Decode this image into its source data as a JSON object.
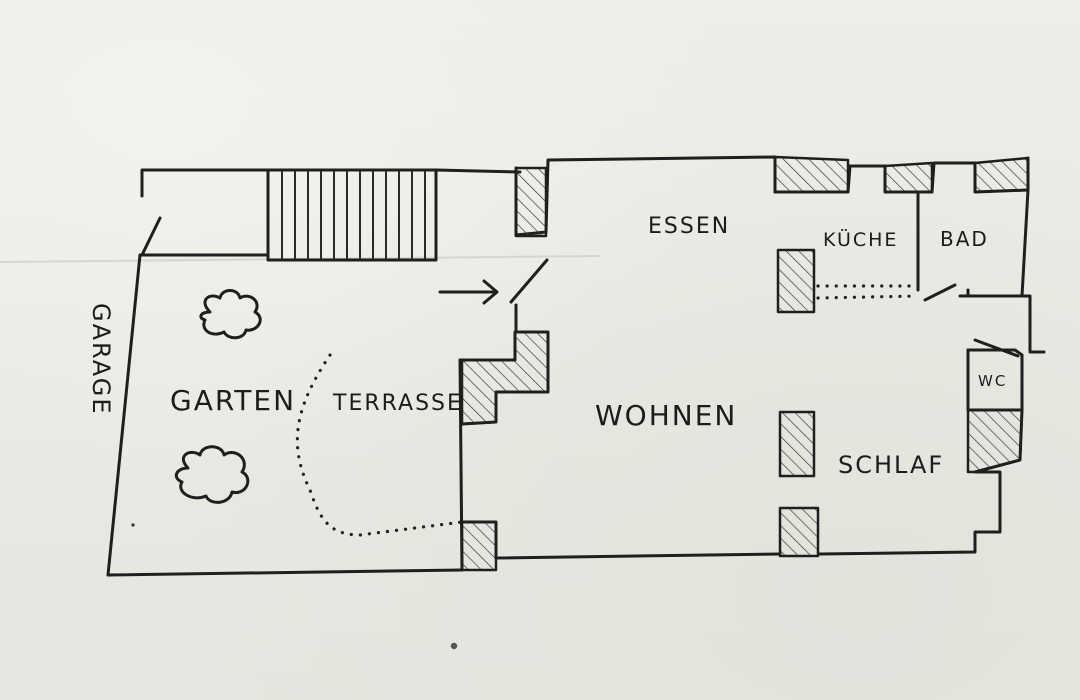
{
  "labels": {
    "essen": "ESSEN",
    "kueche": "KÜCHE",
    "bad": "BAD",
    "wc": "WC",
    "garten": "GARTEN",
    "terrasse": "TERRASSE",
    "wohnen": "WOHNEN",
    "schlaf": "SCHLAF",
    "garage": "GARAGE"
  },
  "colors": {
    "paper": "#e9e8e2",
    "ink": "#1f1f1f"
  }
}
